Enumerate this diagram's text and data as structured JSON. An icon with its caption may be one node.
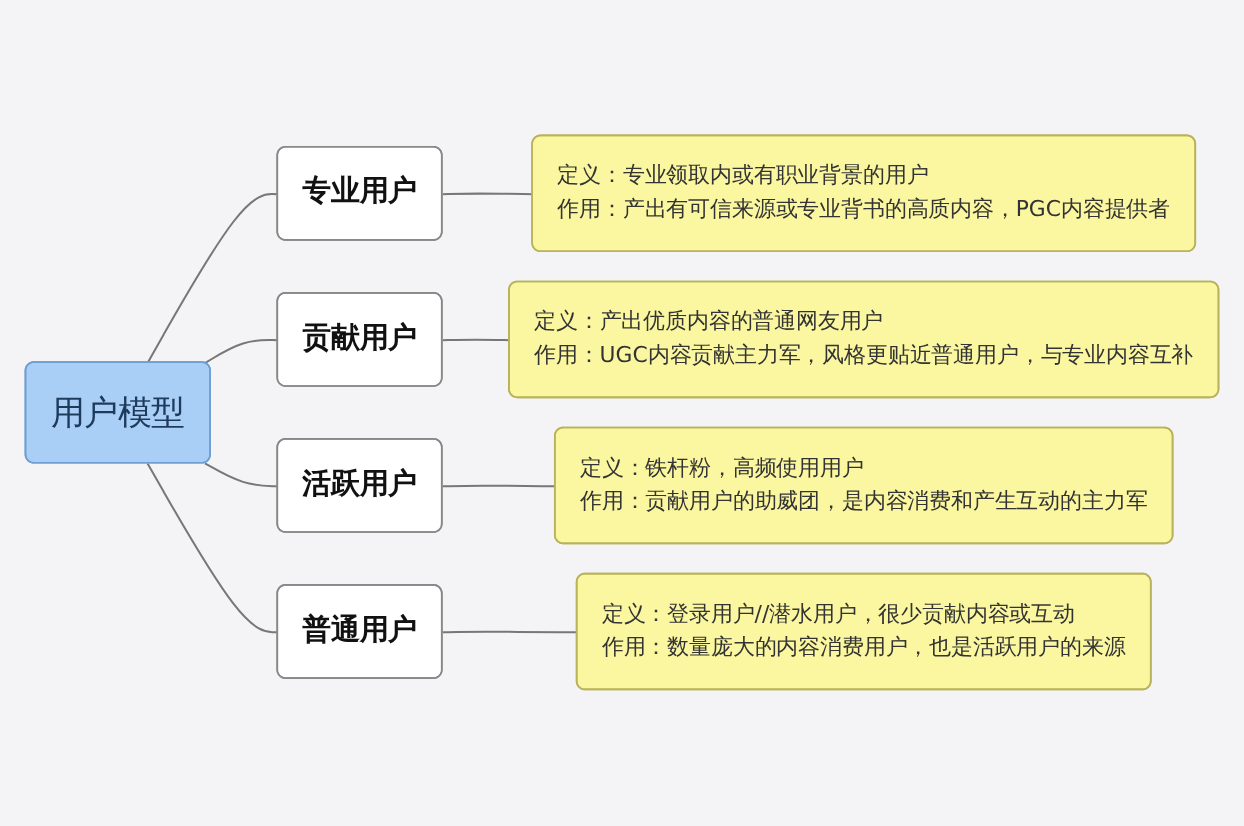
{
  "diagram": {
    "nodes": [
      {
        "text": [
          "用户模型"
        ]
      },
      {
        "text": [
          "定义：专业领取内或有职业背景的用户",
          "作用：产出有可信来源或专业背书的高质内容，PGC内容提供者"
        ]
      },
      {
        "text": [
          "专业用户"
        ]
      },
      {
        "text": [
          "定义：产出优质内容的普通网友用户",
          "作用：UGC内容贡献主力军，风格更贴近普通用户，与专业内容互补"
        ]
      },
      {
        "text": [
          "贡献用户"
        ]
      },
      {
        "text": [
          "定义：铁杆粉，高频使用用户",
          "作用：贡献用户的助威团，是内容消费和产生互动的主力军"
        ]
      },
      {
        "text": [
          "活跃用户"
        ]
      },
      {
        "text": [
          "定义：登录用户//潜水用户，很少贡献内容或互动",
          "作用：数量庞大的内容消费用户，也是活跃用户的来源"
        ]
      },
      {
        "text": [
          "普通用户"
        ]
      }
    ],
    "edges": [
      {
        "from": 0,
        "to": 2,
        "arrow": "none"
      },
      {
        "from": 2,
        "to": 1,
        "arrow": "none"
      },
      {
        "from": 0,
        "to": 4,
        "arrow": "none"
      },
      {
        "from": 4,
        "to": 3,
        "arrow": "none"
      },
      {
        "from": 0,
        "to": 6,
        "arrow": "none"
      },
      {
        "from": 6,
        "to": 5,
        "arrow": "none"
      },
      {
        "from": 0,
        "to": 8,
        "arrow": "none"
      },
      {
        "from": 8,
        "to": 7,
        "arrow": "none"
      }
    ]
  }
}
